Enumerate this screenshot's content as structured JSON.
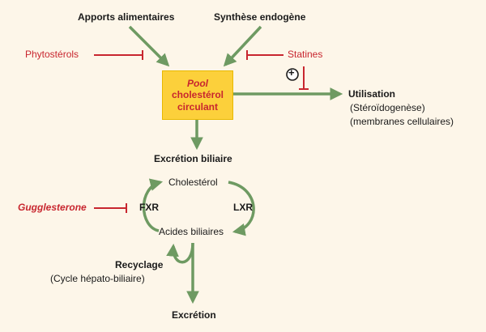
{
  "sources": {
    "apports": "Apports alimentaires",
    "synthese": "Synthèse endogène"
  },
  "inhibitors": {
    "phytosterols": "Phytostérols",
    "statines": "Statines",
    "guggle": "Guggle",
    "sterone": "sterone"
  },
  "pool": {
    "line1": "Pool",
    "line2": "cholestérol",
    "line3": "circulant"
  },
  "utilisation": {
    "title": "Utilisation",
    "line1": "(Stéroïdogenèse)",
    "line2": "(membranes cellulaires)"
  },
  "excretion_biliaire": "Excrétion biliaire",
  "cycle": {
    "cholesterol": "Cholestérol",
    "acides": "Acides biliaires",
    "fxr": "FXR",
    "lxr": "LXR"
  },
  "recyclage": {
    "title": "Recyclage",
    "subtitle": "(Cycle hépato-biliaire)"
  },
  "excretion": "Excrétion",
  "plus_symbol": "+",
  "colors": {
    "arrow": "#6e9a62",
    "inhibit": "#c8262f",
    "pool_fill": "#fcd03b",
    "background": "#fdf6e9"
  }
}
